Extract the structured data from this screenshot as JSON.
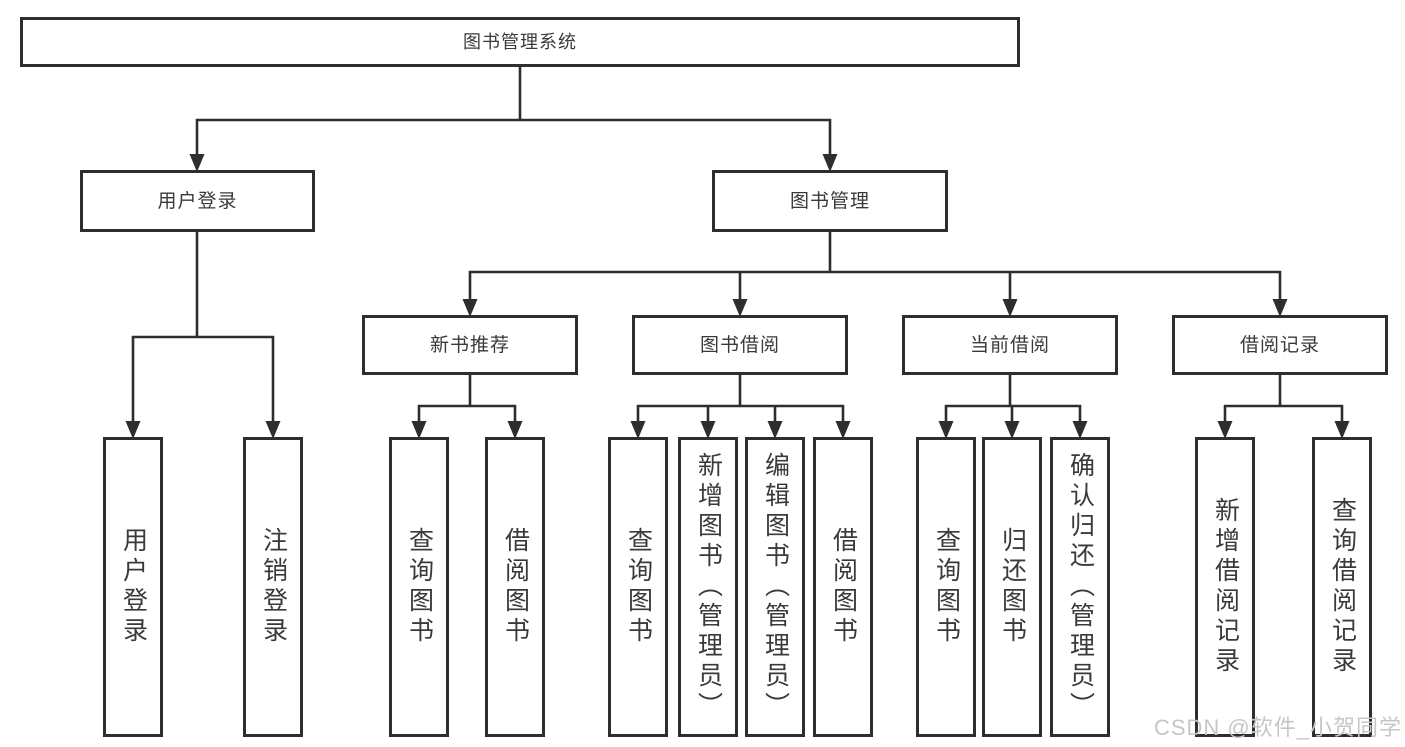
{
  "diagram": {
    "root": {
      "label": "图书管理系统"
    },
    "branches": [
      {
        "label": "用户登录",
        "children": [
          {
            "label": "用户登录"
          },
          {
            "label": "注销登录"
          }
        ]
      },
      {
        "label": "图书管理",
        "children": [
          {
            "label": "新书推荐",
            "children": [
              {
                "label": "查询图书"
              },
              {
                "label": "借阅图书"
              }
            ]
          },
          {
            "label": "图书借阅",
            "children": [
              {
                "label": "查询图书"
              },
              {
                "label": "新增图书（管理员）"
              },
              {
                "label": "编辑图书（管理员）"
              },
              {
                "label": "借阅图书"
              }
            ]
          },
          {
            "label": "当前借阅",
            "children": [
              {
                "label": "查询图书"
              },
              {
                "label": "归还图书"
              },
              {
                "label": "确认归还（管理员）"
              }
            ]
          },
          {
            "label": "借阅记录",
            "children": [
              {
                "label": "新增借阅记录"
              },
              {
                "label": "查询借阅记录"
              }
            ]
          }
        ]
      }
    ]
  },
  "colors": {
    "line": "#2e2e2e",
    "text": "#3a3a3a",
    "box_background": "#ffffff",
    "watermark": "#c6c6c6"
  },
  "watermark": {
    "text": "CSDN @软件_小贺同学"
  }
}
